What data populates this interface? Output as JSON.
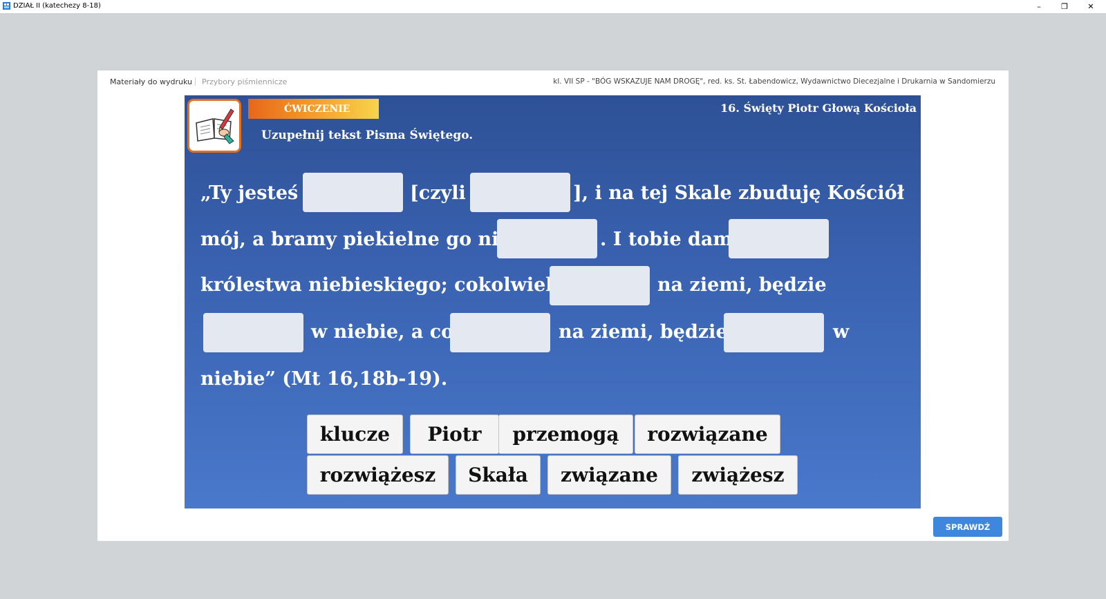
{
  "window": {
    "title": "DZIAŁ II (katechezy 8-18)",
    "controls": {
      "minimize": "–",
      "maximize": "❐",
      "close": "✕"
    },
    "icon": "app-icon"
  },
  "header": {
    "nav_active": "Materiały do wydruku",
    "nav_inactive": "Przybory piśmiennicze",
    "source": "kl. VII SP - \"BÓG WSKAZUJE NAM DROGĘ\", red. ks. St. Łabendowicz, Wydawnictwo Diecezjalne i Drukarnia w Sandomierzu"
  },
  "exercise": {
    "tag": "ĆWICZENIE",
    "lesson_title": "16. Święty Piotr Głową Kościoła",
    "instruction": "Uzupełnij tekst Pisma Świętego.",
    "icon": "notebook-pencil-icon",
    "text": {
      "l1a": "„Ty jesteś",
      "l1b": "[czyli",
      "l1c": "], i na tej Skale zbuduję Kościół",
      "l2a": "mój, a bramy piekielne go nie",
      "l2b": ". I tobie dam",
      "l3a": "królestwa niebieskiego; cokolwiek",
      "l3b": "na ziemi, będzie",
      "l4a": "w niebie, a co",
      "l4b": "na ziemi, będzie",
      "l4c": "w",
      "l5": "niebie” (Mt 16,18b-19)."
    },
    "blanks_count": 8,
    "word_bank": [
      "klucze",
      "Piotr",
      "przemogą",
      "rozwiązane",
      "rozwiążesz",
      "Skała",
      "związane",
      "zwiążesz"
    ]
  },
  "footer": {
    "check_label": "SPRAWDŹ"
  },
  "colors": {
    "board_top": "#2e5196",
    "board_bottom": "#4a78cb",
    "accent_orange": "#e8661a",
    "button_blue": "#3f86de",
    "blank_fill": "#e3e8f1"
  }
}
